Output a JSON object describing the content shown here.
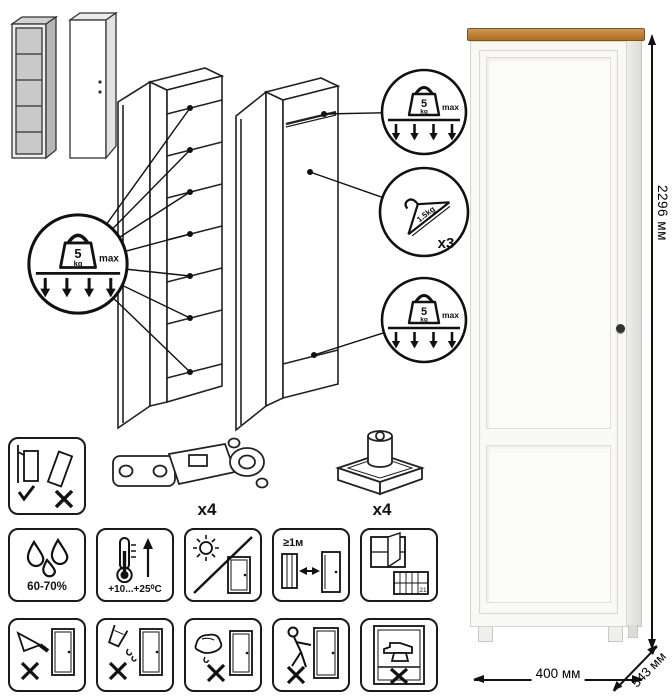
{
  "dimensions": {
    "height": "2296 мм",
    "width": "400 мм",
    "depth": "543 мм"
  },
  "shelf_limit": {
    "value": "5",
    "unit": "kg",
    "max_label": "max"
  },
  "rail_limit": {
    "per_hanger": "1.5kg",
    "count": "x3"
  },
  "hardware": {
    "hinge_qty": "x4",
    "foot_qty": "x4"
  },
  "environment": {
    "humidity": "60-70%",
    "temperature": "+10...+25⁰C",
    "min_distance": "≥1м",
    "radiator_label": "21"
  },
  "colors": {
    "wood_top": "#c8873c",
    "body": "#f8f8f5",
    "knob": "#333333",
    "line": "#111111"
  },
  "icons": {
    "row1": [
      "tipover-warning",
      "hinge",
      "foot"
    ],
    "row2": [
      "humidity-drops",
      "thermometer",
      "no-direct-sunlight",
      "heat-distance",
      "ventilation-radiator"
    ],
    "row3": [
      "no-sharp-tools",
      "no-liquids",
      "no-wet-cleaning",
      "no-pushing",
      "no-heavy-load"
    ]
  }
}
